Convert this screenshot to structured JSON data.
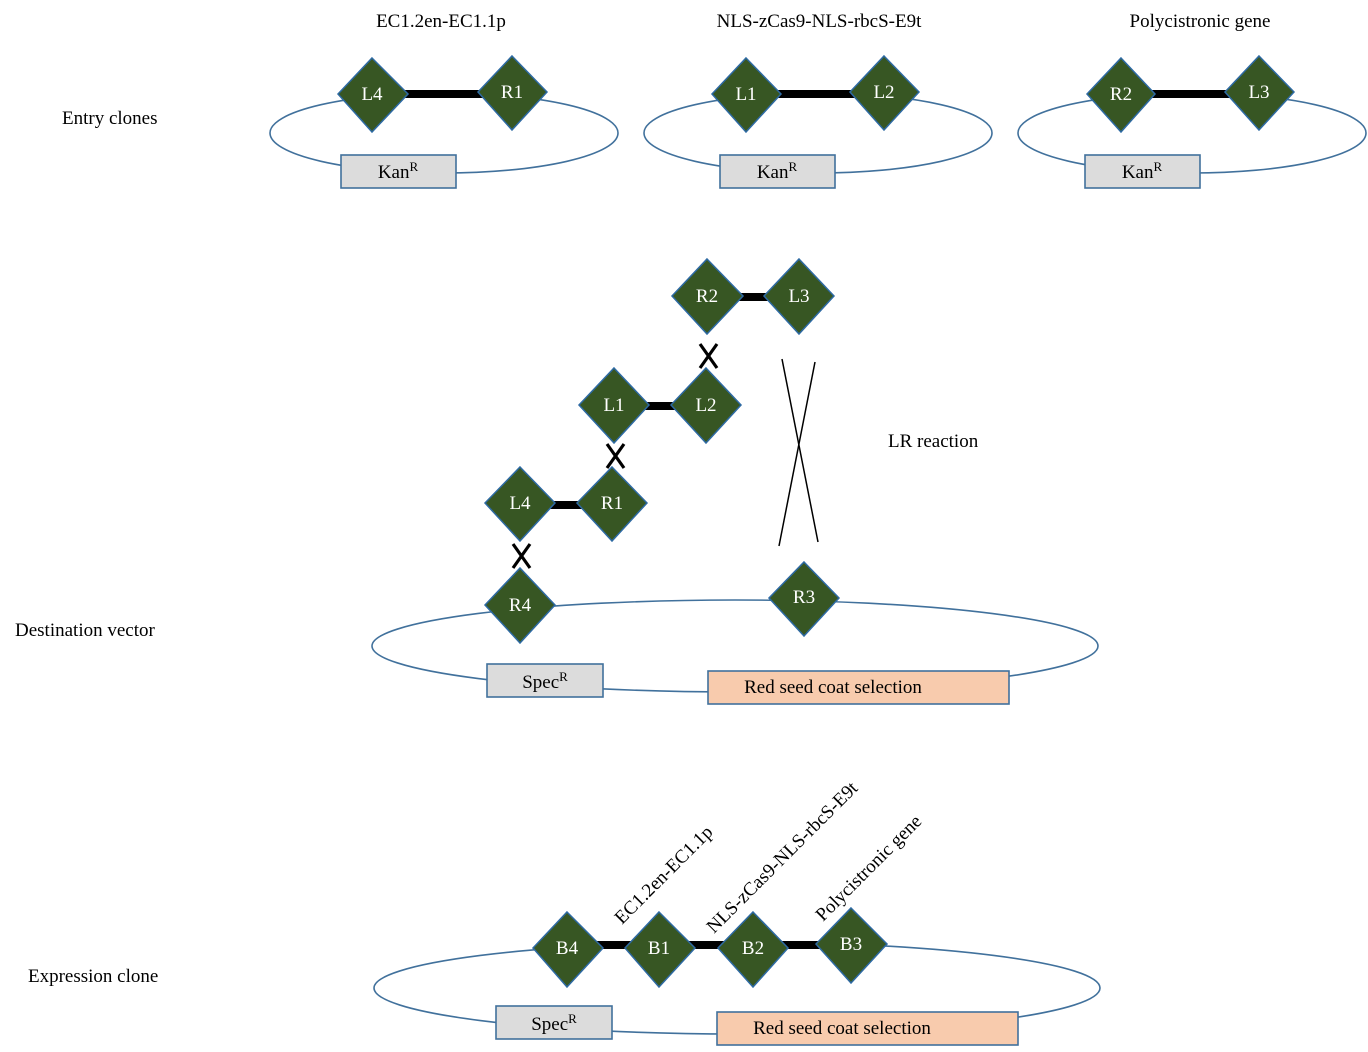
{
  "sections": {
    "entry": "Entry clones",
    "destination": "Destination vector",
    "expression": "Expression clone"
  },
  "entry_clones": [
    {
      "title": "EC1.2en-EC1.1p",
      "left_site": "L4",
      "right_site": "R1",
      "marker": "Kan",
      "marker_sup": "R"
    },
    {
      "title": "NLS-zCas9-NLS-rbcS-E9t",
      "left_site": "L1",
      "right_site": "L2",
      "marker": "Kan",
      "marker_sup": "R"
    },
    {
      "title": "Polycistronic gene",
      "left_site": "R2",
      "right_site": "L3",
      "marker": "Kan",
      "marker_sup": "R"
    }
  ],
  "reaction": {
    "label": "LR reaction",
    "fragments": [
      {
        "left": "L4",
        "right": "R1"
      },
      {
        "left": "L1",
        "right": "L2"
      },
      {
        "left": "R2",
        "right": "L3"
      }
    ],
    "cross_symbol": "X"
  },
  "destination_vector": {
    "sites": [
      "R4",
      "R3"
    ],
    "marker": "Spec",
    "marker_sup": "R",
    "selection": "Red seed coat selection"
  },
  "expression_clone": {
    "sites": [
      "B4",
      "B1",
      "B2",
      "B3"
    ],
    "inserts": [
      "EC1.2en-EC1.1p",
      "NLS-zCas9-NLS-rbcS-E9t",
      "Polycistronic gene"
    ],
    "marker": "Spec",
    "marker_sup": "R",
    "selection": "Red seed coat selection"
  },
  "colors": {
    "site_fill": "#375623",
    "ring_stroke": "#41719c",
    "marker_fill": "#dcdcdc",
    "selection_fill": "#f8cbad"
  }
}
